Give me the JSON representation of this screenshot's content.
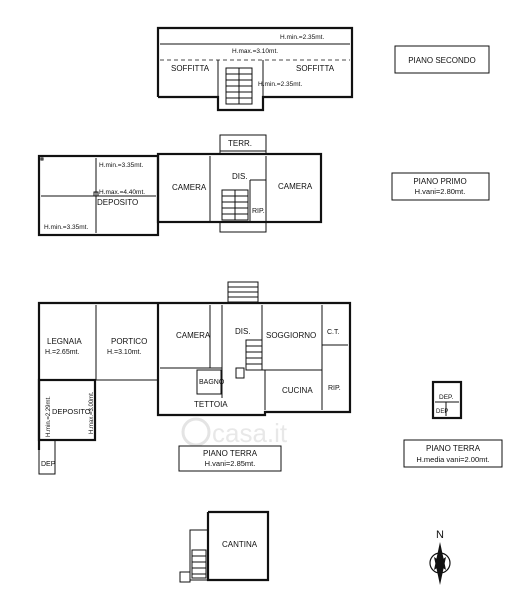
{
  "floors": {
    "second": {
      "label": "PIANO SECONDO",
      "rooms": {
        "soffitta_left": "SOFFITTA",
        "soffitta_right": "SOFFITTA"
      },
      "heights": {
        "hmin_top": "H.min.=2.35mt.",
        "hmax": "H.max.=3.10mt.",
        "hmin_right": "H.min.=2.35mt."
      }
    },
    "first": {
      "label": "PIANO PRIMO",
      "sublabel": "H.vani=2.80mt.",
      "rooms": {
        "terr": "TERR.",
        "camera_left": "CAMERA",
        "dis": "DIS.",
        "camera_right": "CAMERA",
        "rip": "RIP.",
        "deposito": "DEPOSITO"
      },
      "heights": {
        "hmin_top": "H.min.=3.35mt.",
        "hmax": "H.max.=4.40mt.",
        "hmin_bottom": "H.min.=3.35mt."
      }
    },
    "ground": {
      "label": "PIANO TERRA",
      "sublabel": "H.vani=2.85mt.",
      "rooms": {
        "legnaia": "LEGNAIA",
        "legnaia_h": "H.=2.65mt.",
        "portico": "PORTICO",
        "portico_h": "H.=3.10mt.",
        "camera": "CAMERA",
        "dis": "DIS.",
        "soggiorno": "SOGGIORNO",
        "ct": "C.T.",
        "bagno": "BAGNO",
        "tettoia": "TETTOIA",
        "cucina": "CUCINA",
        "rip": "RIP.",
        "deposito": "DEPOSITO",
        "dep_hmin": "H.min.=2.29mt.",
        "dep_hmax": "H.max.=3.00mt.",
        "dep": "DEP"
      }
    },
    "ground_annex": {
      "label": "PIANO TERRA",
      "sublabel": "H.media vani=2.00mt.",
      "rooms": {
        "dep1": "DEP.",
        "dep2": "DEP"
      }
    },
    "cellar": {
      "rooms": {
        "cantina": "CANTINA"
      }
    }
  },
  "compass": {
    "label": "N"
  },
  "watermark": {
    "text": "casa.it"
  }
}
